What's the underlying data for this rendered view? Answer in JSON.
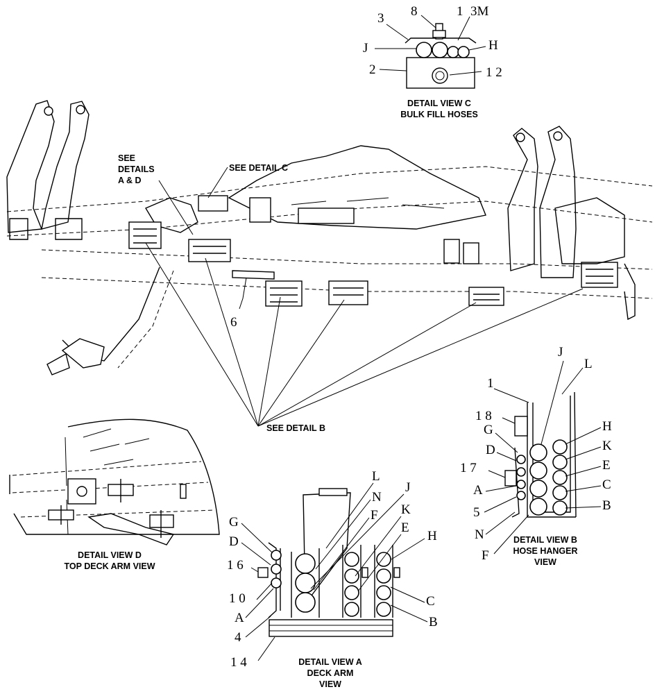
{
  "captions": {
    "view_c": [
      "DETAIL VIEW C",
      "BULK FILL HOSES"
    ],
    "view_d": [
      "DETAIL VIEW D",
      "TOP DECK ARM VIEW"
    ],
    "view_a": [
      "DETAIL VIEW A",
      "DECK ARM",
      "VIEW"
    ],
    "view_b": [
      "DETAIL VIEW B",
      "HOSE HANGER",
      "VIEW"
    ]
  },
  "main_callouts": {
    "see_details_a_d": [
      "SEE",
      "DETAILS",
      "A & D"
    ],
    "see_detail_c": "SEE DETAIL C",
    "see_detail_b": "SEE DETAIL B",
    "item_6": "6"
  },
  "view_c_labels": {
    "l3": "3",
    "l8": "8",
    "l1": "1",
    "l3m": "3M",
    "lJ": "J",
    "lH": "H",
    "l2": "2",
    "l12": "1 2"
  },
  "view_b_labels": {
    "l1": "1",
    "l18": "1 8",
    "lJ": "J",
    "lL": "L",
    "lG": "G",
    "lD": "D",
    "l17": "1 7",
    "lA": "A",
    "l5": "5",
    "lN": "N",
    "lF": "F",
    "lH": "H",
    "lK": "K",
    "lE": "E",
    "lC": "C",
    "lB": "B"
  },
  "view_a_labels": {
    "lL": "L",
    "lN": "N",
    "lF": "F",
    "lJ": "J",
    "lK": "K",
    "lE": "E",
    "lH": "H",
    "lG": "G",
    "lD": "D",
    "l16": "1 6",
    "l10": "1 0",
    "lA": "A",
    "l4": "4",
    "l14": "1 4",
    "lC": "C",
    "lB": "B"
  }
}
